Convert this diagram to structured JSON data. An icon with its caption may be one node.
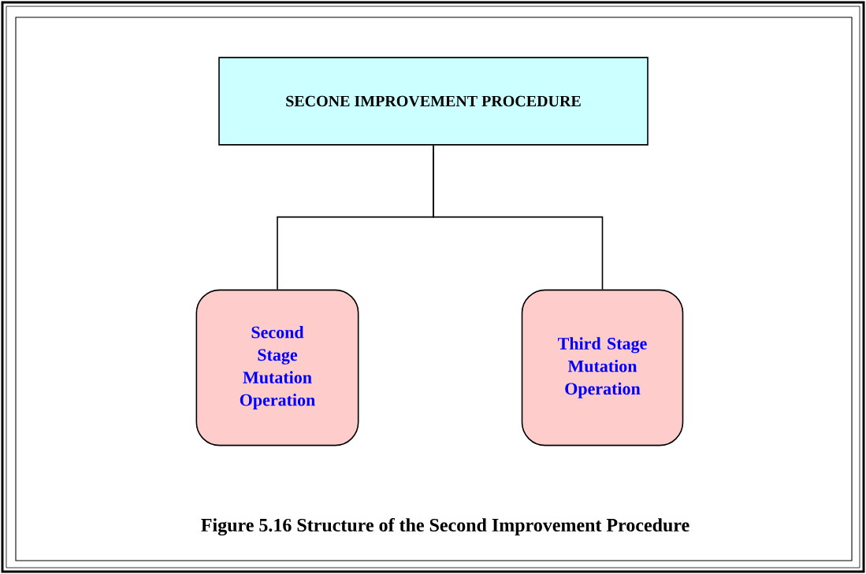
{
  "diagram": {
    "caption": "Figure 5.16 Structure of the Second Improvement Procedure",
    "nodes": [
      {
        "text": [
          "SECONE IMPROVEMENT PROCEDURE"
        ]
      },
      {
        "text": [
          "Second Stage Mutation Operation"
        ]
      },
      {
        "text": [
          "Third Stage Mutation Operation"
        ]
      }
    ],
    "edges": [
      {
        "from": 0,
        "to": 1,
        "arrow": "none"
      },
      {
        "from": 0,
        "to": 2,
        "arrow": "none"
      }
    ]
  }
}
